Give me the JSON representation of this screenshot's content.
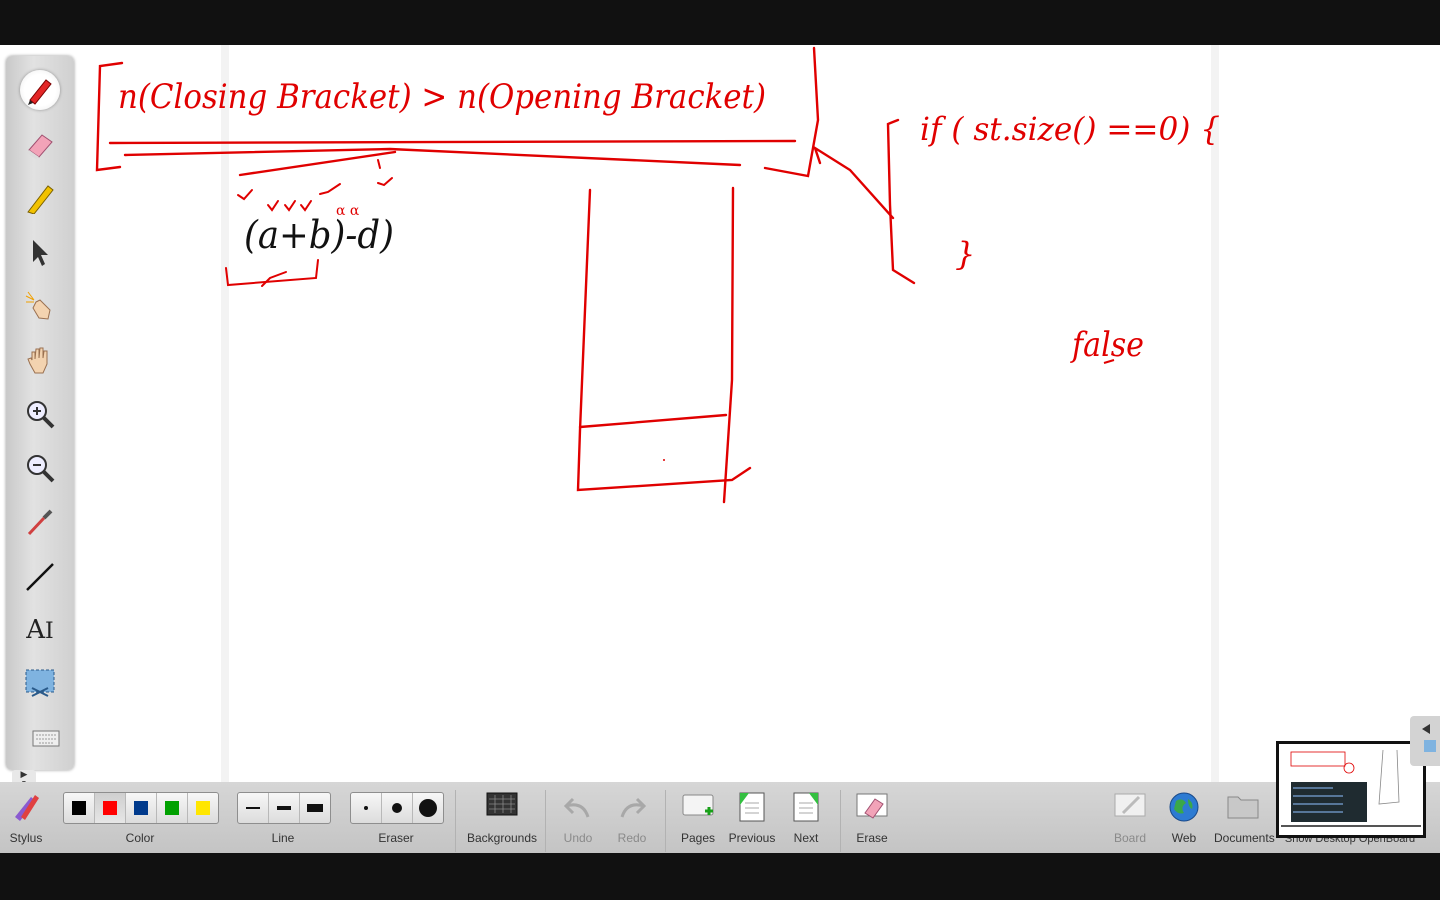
{
  "board": {
    "handwriting": {
      "condition_line": "n(Closing Bracket) > n(Opening Bracket)",
      "expression": "(a+b)-d)",
      "code_line": "if ( st.size() ==0) {",
      "closing_brace": "}",
      "result_word": "false"
    }
  },
  "palette": {
    "tools": [
      "pen-icon",
      "eraser-icon",
      "highlighter-icon",
      "pointer-icon",
      "laser-pointer-icon",
      "hand-icon",
      "zoom-in-icon",
      "zoom-out-icon",
      "capture-pointer-icon",
      "line-icon",
      "text-icon",
      "capture-icon",
      "virtual-keyboard-icon"
    ],
    "active_tool": "pen"
  },
  "toolbar": {
    "stylus_label": "Stylus",
    "color_label": "Color",
    "line_label": "Line",
    "eraser_label": "Eraser",
    "backgrounds_label": "Backgrounds",
    "undo_label": "Undo",
    "redo_label": "Redo",
    "pages_label": "Pages",
    "previous_label": "Previous",
    "next_label": "Next",
    "erase_label": "Erase",
    "board_label": "Board",
    "web_label": "Web",
    "documents_label": "Documents",
    "show_desktop_label": "Show Desktop",
    "openboard_label": "OpenBoard",
    "colors": [
      "#000000",
      "#ff0000",
      "#003a8c",
      "#00a000",
      "#ffe600"
    ],
    "selected_color": "#ff0000",
    "ink_colors": {
      "red": "#e00000",
      "black": "#111111"
    }
  }
}
